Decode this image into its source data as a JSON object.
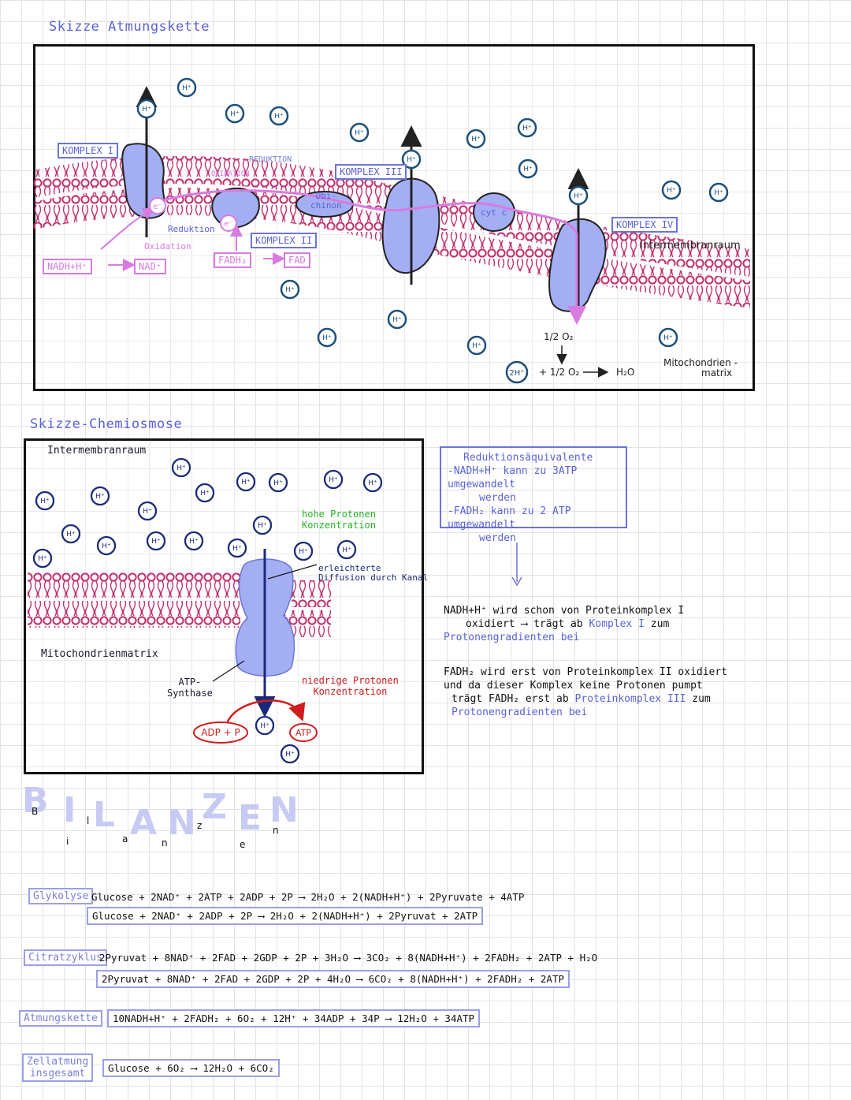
{
  "section1": {
    "title": "Skizze Atmungskette",
    "complex1": "KOMPLEX I",
    "complex2": "KOMPLEX II",
    "complex3": "KOMPLEX III",
    "complex4": "KOMPLEX IV",
    "reduktion_top": "REDUKTION",
    "oxidation_top": "OXIDATION",
    "reduktion": "Reduktion",
    "oxidation": "Oxidation",
    "nadh": "NADH+H⁺",
    "nad": "NAD⁺",
    "fadh2": "FADH₂",
    "fad": "FAD",
    "ubichinon": "Ubi-\nchinon",
    "cytc": "cyt c",
    "electron": "e⁻",
    "proton": "H⁺",
    "two_h": "2H⁺",
    "intermembranraum": "Intermembranraum",
    "matrix_line1": "Mitochondrien -",
    "matrix_line2": "matrix",
    "half_o2": "1/2 O₂",
    "reaction_plus": "+ 1/2 O₂",
    "reaction_product": "H₂O"
  },
  "section2": {
    "title": "Skizze-Chemiosmose",
    "intermembranraum": "Intermembranraum",
    "matrix": "Mitochondrienmatrix",
    "high_line1": "hohe Protonen",
    "high_line2": "Konzentration",
    "low_line1": "niedrige Protonen",
    "low_line2": "Konzentration",
    "diffusion_line1": "erleichterte",
    "diffusion_line2": "Diffusion durch Kanal",
    "synthase_line1": "ATP-",
    "synthase_line2": "Synthase",
    "adp": "ADP + P",
    "atp": "ATP",
    "proton": "H⁺"
  },
  "notes": {
    "box_title": "Reduktionsäquivalente",
    "box_line1": "-NADH+H⁺ kann zu 3ATP umgewandelt",
    "box_line2": "werden",
    "box_line3": "-FADH₂ kann zu 2 ATP umgewandelt",
    "box_line4": "werden",
    "p1_line1": "NADH+H⁺ wird schon von Proteinkomplex I",
    "p1_line2a": "oxidiert ⟶ trägt ab ",
    "p1_line2b": "Komplex I",
    "p1_line2c": " zum",
    "p1_line3": "Protonengradienten bei",
    "p2_line1": "FADH₂ wird erst von Proteinkomplex II oxidiert",
    "p2_line2": "und da dieser Komplex keine Protonen pumpt",
    "p2_line3a": "trägt FADH₂ erst ab ",
    "p2_line3b": "Proteinkomplex III",
    "p2_line3c": " zum",
    "p2_line4": "Protonengradienten bei"
  },
  "bilanzen": {
    "heading_letters": [
      "B",
      "I",
      "L",
      "A",
      "N",
      "Z",
      "E",
      "N"
    ],
    "small_letters": [
      "B",
      "i",
      "l",
      "a",
      "n",
      "z",
      "e",
      "n"
    ],
    "glykolyse_label": "Glykolyse",
    "glykolyse_eq1": "Glucose + 2NAD⁺ + 2ATP + 2ADP + 2P ⟶ 2H₂O + 2(NADH+H⁺) + 2Pyruvate + 4ATP",
    "glykolyse_eq2": "Glucose + 2NAD⁺ + 2ADP + 2P ⟶ 2H₂O + 2(NADH+H⁺) + 2Pyruvat + 2ATP",
    "citrat_label": "Citratzyklus",
    "citrat_eq1": "2Pyruvat + 8NAD⁺ + 2FAD + 2GDP + 2P + 3H₂O ⟶ 3CO₂ + 8(NADH+H⁺) + 2FADH₂ + 2ATP + H₂O",
    "citrat_eq2": "2Pyruvat + 8NAD⁺ + 2FAD + 2GDP + 2P + 4H₂O ⟶ 6CO₂ + 8(NADH+H⁺) + 2FADH₂ + 2ATP",
    "atmung_label": "Atmungskette",
    "atmung_eq": "10NADH+H⁺ + 2FADH₂ + 6O₂ + 12H⁺ + 34ADP + 34P ⟶ 12H₂O + 34ATP",
    "zell_label_line1": "Zellatmung",
    "zell_label_line2": "insgesamt",
    "zell_eq": "Glucose + 6O₂ ⟶ 12H₂O + 6CO₂"
  },
  "colors": {
    "membrane": "#c2306e",
    "protein": "#a4aef3",
    "electron_path": "#d77be0",
    "proton_ring": "#1c4f7a",
    "accent_blue": "#5a63d6",
    "red": "#d11d1d",
    "green": "#22b422"
  }
}
